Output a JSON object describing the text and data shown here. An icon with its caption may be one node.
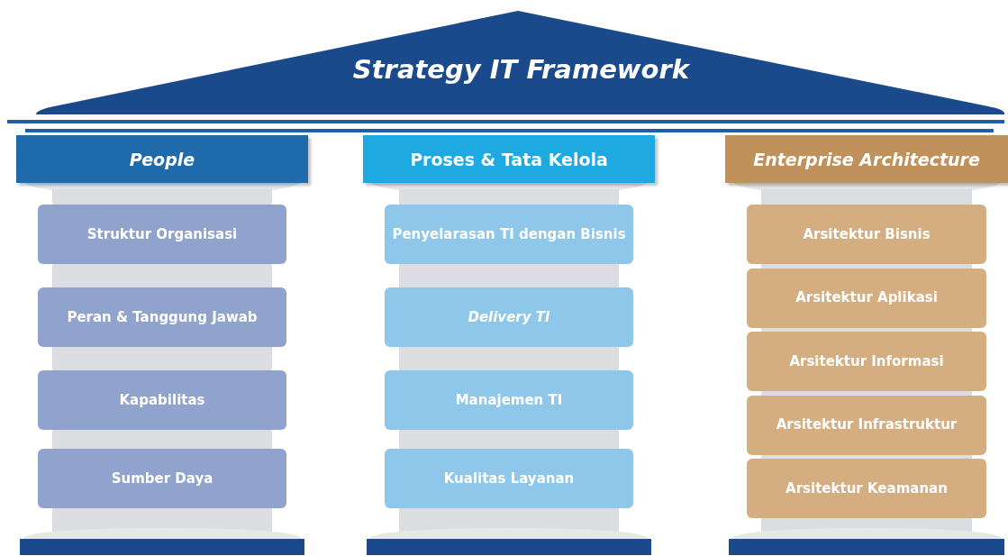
{
  "diagram": {
    "nodes": [
      {
        "text": [
          "Strategy IT Framework"
        ]
      },
      {
        "text": [
          "People"
        ]
      },
      {
        "text": [
          "Struktur Organisasi"
        ],
        "in": 1
      },
      {
        "text": [
          "Peran & Tanggung Jawab"
        ],
        "in": 1
      },
      {
        "text": [
          "Kapabilitas"
        ],
        "in": 1
      },
      {
        "text": [
          "Sumber Daya"
        ],
        "in": 1
      },
      {
        "text": [
          "Proses & Tata Kelola"
        ]
      },
      {
        "text": [
          "Penyelarasan TI dengan Bisnis"
        ],
        "in": 6
      },
      {
        "text": [
          "Delivery TI"
        ],
        "in": 6
      },
      {
        "text": [
          "Manajemen TI"
        ],
        "in": 6
      },
      {
        "text": [
          "Kualitas Layanan"
        ],
        "in": 6
      },
      {
        "text": [
          "Enterprise Architecture"
        ]
      },
      {
        "text": [
          "Arsitektur Bisnis"
        ],
        "in": 11
      },
      {
        "text": [
          "Arsitektur Aplikasi"
        ],
        "in": 11
      },
      {
        "text": [
          "Arsitektur Informasi"
        ],
        "in": 11
      },
      {
        "text": [
          "Arsitektur Infrastruktur"
        ],
        "in": 11
      },
      {
        "text": [
          "Arsitektur Keamanan"
        ],
        "in": 11
      }
    ],
    "edges": []
  }
}
